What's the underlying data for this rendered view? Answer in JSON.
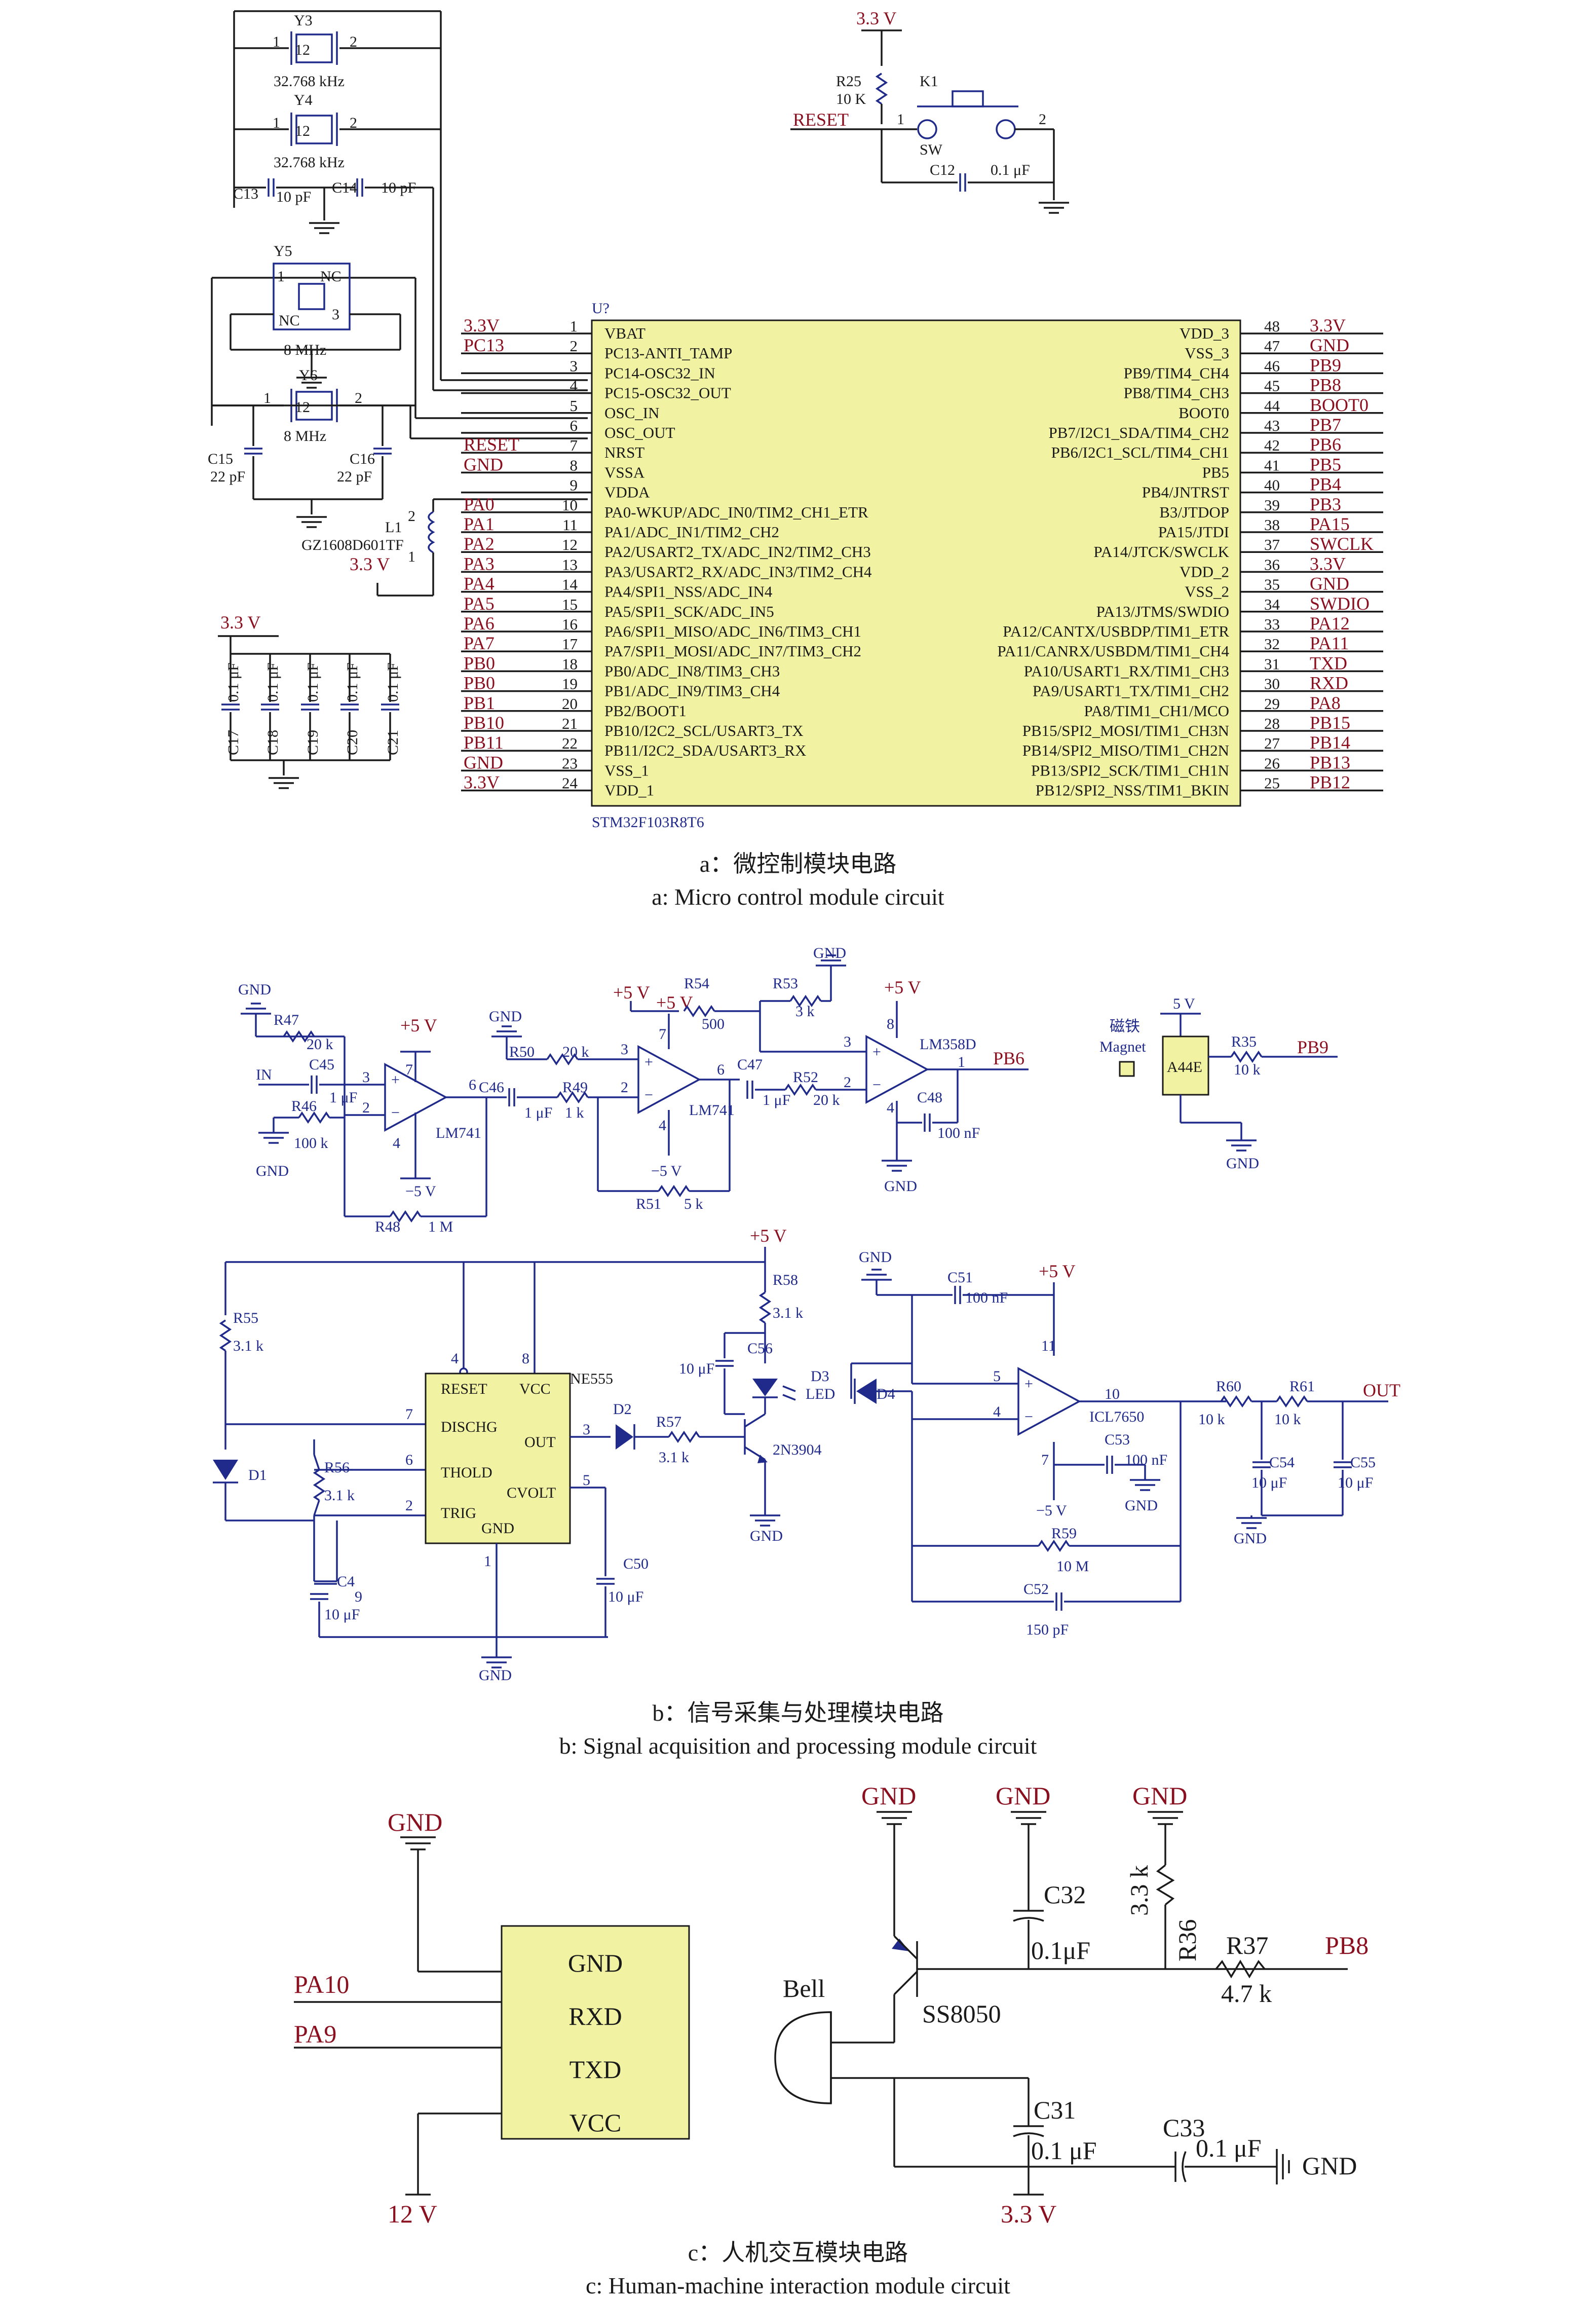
{
  "captions": {
    "a_cn": "a：微控制模块电路",
    "a_en": "a: Micro control module circuit",
    "b_cn": "b：信号采集与处理模块电路",
    "b_en": "b: Signal acquisition and processing module circuit",
    "c_cn": "c：人机交互模块电路",
    "c_en": "c: Human-machine interaction module circuit"
  },
  "mcu": {
    "ref": "U?",
    "part": "STM32F103R8T6",
    "left_pins": [
      {
        "num": "1",
        "name": "VBAT",
        "net": "3.3V"
      },
      {
        "num": "2",
        "name": "PC13-ANTI_TAMP",
        "net": "PC13"
      },
      {
        "num": "3",
        "name": "PC14-OSC32_IN",
        "net": ""
      },
      {
        "num": "4",
        "name": "PC15-OSC32_OUT",
        "net": ""
      },
      {
        "num": "5",
        "name": "OSC_IN",
        "net": ""
      },
      {
        "num": "6",
        "name": "OSC_OUT",
        "net": ""
      },
      {
        "num": "7",
        "name": "NRST",
        "net": "RESET"
      },
      {
        "num": "8",
        "name": "VSSA",
        "net": "GND"
      },
      {
        "num": "9",
        "name": "VDDA",
        "net": ""
      },
      {
        "num": "10",
        "name": "PA0-WKUP/ADC_IN0/TIM2_CH1_ETR",
        "net": "PA0"
      },
      {
        "num": "11",
        "name": "PA1/ADC_IN1/TIM2_CH2",
        "net": "PA1"
      },
      {
        "num": "12",
        "name": "PA2/USART2_TX/ADC_IN2/TIM2_CH3",
        "net": "PA2"
      },
      {
        "num": "13",
        "name": "PA3/USART2_RX/ADC_IN3/TIM2_CH4",
        "net": "PA3"
      },
      {
        "num": "14",
        "name": "PA4/SPI1_NSS/ADC_IN4",
        "net": "PA4"
      },
      {
        "num": "15",
        "name": "PA5/SPI1_SCK/ADC_IN5",
        "net": "PA5"
      },
      {
        "num": "16",
        "name": "PA6/SPI1_MISO/ADC_IN6/TIM3_CH1",
        "net": "PA6"
      },
      {
        "num": "17",
        "name": "PA7/SPI1_MOSI/ADC_IN7/TIM3_CH2",
        "net": "PA7"
      },
      {
        "num": "18",
        "name": "PB0/ADC_IN8/TIM3_CH3",
        "net": "PB0"
      },
      {
        "num": "19",
        "name": "PB1/ADC_IN9/TIM3_CH4",
        "net": "PB0"
      },
      {
        "num": "20",
        "name": "PB2/BOOT1",
        "net": "PB1"
      },
      {
        "num": "21",
        "name": "PB10/I2C2_SCL/USART3_TX",
        "net": "PB10"
      },
      {
        "num": "22",
        "name": "PB11/I2C2_SDA/USART3_RX",
        "net": "PB11"
      },
      {
        "num": "23",
        "name": "VSS_1",
        "net": "GND"
      },
      {
        "num": "24",
        "name": "VDD_1",
        "net": "3.3V"
      }
    ],
    "right_pins": [
      {
        "num": "48",
        "name": "VDD_3",
        "net": "3.3V"
      },
      {
        "num": "47",
        "name": "VSS_3",
        "net": "GND"
      },
      {
        "num": "46",
        "name": "PB9/TIM4_CH4",
        "net": "PB9"
      },
      {
        "num": "45",
        "name": "PB8/TIM4_CH3",
        "net": "PB8"
      },
      {
        "num": "44",
        "name": "BOOT0",
        "net": "BOOT0"
      },
      {
        "num": "43",
        "name": "PB7/I2C1_SDA/TIM4_CH2",
        "net": "PB7"
      },
      {
        "num": "42",
        "name": "PB6/I2C1_SCL/TIM4_CH1",
        "net": "PB6"
      },
      {
        "num": "41",
        "name": "PB5",
        "net": "PB5"
      },
      {
        "num": "40",
        "name": "PB4/JNTRST",
        "net": "PB4"
      },
      {
        "num": "39",
        "name": "B3/JTDOP",
        "net": "PB3"
      },
      {
        "num": "38",
        "name": "PA15/JTDI",
        "net": "PA15"
      },
      {
        "num": "37",
        "name": "PA14/JTCK/SWCLK",
        "net": "SWCLK"
      },
      {
        "num": "36",
        "name": "VDD_2",
        "net": "3.3V"
      },
      {
        "num": "35",
        "name": "VSS_2",
        "net": "GND"
      },
      {
        "num": "34",
        "name": "PA13/JTMS/SWDIO",
        "net": "SWDIO"
      },
      {
        "num": "33",
        "name": "PA12/CANTX/USBDP/TIM1_ETR",
        "net": "PA12"
      },
      {
        "num": "32",
        "name": "PA11/CANRX/USBDM/TIM1_CH4",
        "net": "PA11"
      },
      {
        "num": "31",
        "name": "PA10/USART1_RX/TIM1_CH3",
        "net": "TXD"
      },
      {
        "num": "30",
        "name": "PA9/USART1_TX/TIM1_CH2",
        "net": "RXD"
      },
      {
        "num": "29",
        "name": "PA8/TIM1_CH1/MCO",
        "net": "PA8"
      },
      {
        "num": "28",
        "name": "PB15/SPI2_MOSI/TIM1_CH3N",
        "net": "PB15"
      },
      {
        "num": "27",
        "name": "PB14/SPI2_MISO/TIM1_CH2N",
        "net": "PB14"
      },
      {
        "num": "26",
        "name": "PB13/SPI2_SCK/TIM1_CH1N",
        "net": "PB13"
      },
      {
        "num": "25",
        "name": "PB12/SPI2_NSS/TIM1_BKIN",
        "net": "PB12"
      }
    ]
  },
  "clock": {
    "y3": "Y3",
    "y4": "Y4",
    "y5": "Y5",
    "y6": "Y6",
    "f32": "32.768 kHz",
    "f8": "8 MHz",
    "c13": "C13",
    "c13v": "10 pF",
    "c14": "C14",
    "c14v": "10 pF",
    "c15": "C15",
    "c15v": "22 pF",
    "c16": "C16",
    "c16v": "22 pF",
    "p1": "1",
    "p2": "2",
    "p3": "3",
    "nc": "NC",
    "p12": "12"
  },
  "reset": {
    "vcc": "3.3 V",
    "r": "R25",
    "rv": "10 K",
    "net": "RESET",
    "k": "K1",
    "sw": "SW",
    "c": "C12",
    "cv": "0.1 μF",
    "p1": "1",
    "p2": "2"
  },
  "filter": {
    "l": "L1",
    "lv": "GZ1608D601TF",
    "vcc": "3.3 V",
    "p1": "1",
    "p2": "2"
  },
  "decoupling": {
    "vcc": "3.3 V",
    "caps": [
      "C17",
      "C18",
      "C19",
      "C20",
      "C21"
    ],
    "value": "0.1 μF"
  },
  "signal": {
    "gnd": "GND",
    "in": "IN",
    "r47": "R47",
    "r47v": "20 k",
    "c45": "C45",
    "c45v": "1 μF",
    "r46": "R46",
    "r46v": "100 k",
    "p5v": "+5 V",
    "m5v": "−5 V",
    "lm741": "LM741",
    "r48": "R48",
    "r48v": "1 M",
    "c46": "C46",
    "c46v": "1 μF",
    "r50": "R50",
    "r50v": "20 k",
    "r49": "R49",
    "r49v": "1 k",
    "r51": "R51",
    "r51v": "5 k",
    "r54": "R54",
    "r54v": "500",
    "r53": "R53",
    "r53v": "3 k",
    "c47": "C47",
    "c47v": "1 μF",
    "r52": "R52",
    "r52v": "20 k",
    "lm358": "LM358D",
    "c48": "C48",
    "c48v": "100 nF",
    "pb6": "PB6",
    "magnet_cn": "磁铁",
    "magnet": "Magnet",
    "a44e": "A44E",
    "v5": "5 V",
    "r35": "R35",
    "r35v": "10 k",
    "pb9": "PB9",
    "pins": [
      "2",
      "3",
      "4",
      "6",
      "7",
      "8",
      "1"
    ]
  },
  "timer": {
    "p5v": "+5 V",
    "r55": "R55",
    "r55v": "3.1 k",
    "ne555": "NE555",
    "reset": "RESET",
    "vcc": "VCC",
    "dischg": "DISCHG",
    "out": "OUT",
    "thold": "THOLD",
    "trig": "TRIG",
    "cvolt": "CVOLT",
    "gnd": "GND",
    "d1": "D1",
    "r56": "R56",
    "r56v": "3.1 k",
    "c49": "C4",
    "c49b": "9",
    "c49v": "10 μF",
    "c50": "C50",
    "c50v": "10 μF",
    "d2": "D2",
    "r57": "R57",
    "r57v": "3.1 k",
    "r58": "R58",
    "r58v": "3.1 k",
    "c56": "C56",
    "c56v": "10 μF",
    "d3": "D3",
    "led": "LED",
    "t": "2N3904",
    "pins": [
      "4",
      "8",
      "7",
      "3",
      "6",
      "2",
      "5",
      "1"
    ]
  },
  "integrator": {
    "gnd": "GND",
    "c51": "C51",
    "c51v": "100 nF",
    "p5v": "+5 V",
    "m5v": "−5 V",
    "d4": "D4",
    "icl": "ICL7650",
    "c53": "C53",
    "c53v": "100 nF",
    "r59": "R59",
    "r59v": "10 M",
    "c52": "C52",
    "c52v": "150 pF",
    "r60": "R60",
    "r60v": "10 k",
    "r61": "R61",
    "r61v": "10 k",
    "c54": "C54",
    "c54v": "10 μF",
    "c55": "C55",
    "c55v": "10 μF",
    "out": "OUT",
    "pins": [
      "5",
      "4",
      "11",
      "7",
      "10"
    ]
  },
  "hmi": {
    "gnd": "GND",
    "v12": "12 V",
    "pa10": "PA10",
    "pa9": "PA9",
    "mod_pins": [
      "GND",
      "RXD",
      "TXD",
      "VCC"
    ],
    "c32": "C32",
    "c32v": "0.1μF",
    "r36": "R36",
    "r36v": "3.3 k",
    "r37": "R37",
    "r37v": "4.7 k",
    "pb8": "PB8",
    "bell": "Bell",
    "q": "SS8050",
    "c31": "C31",
    "c31v": "0.1 μF",
    "c33": "C33",
    "c33v": "0.1 μF",
    "v33": "3.3 V"
  }
}
